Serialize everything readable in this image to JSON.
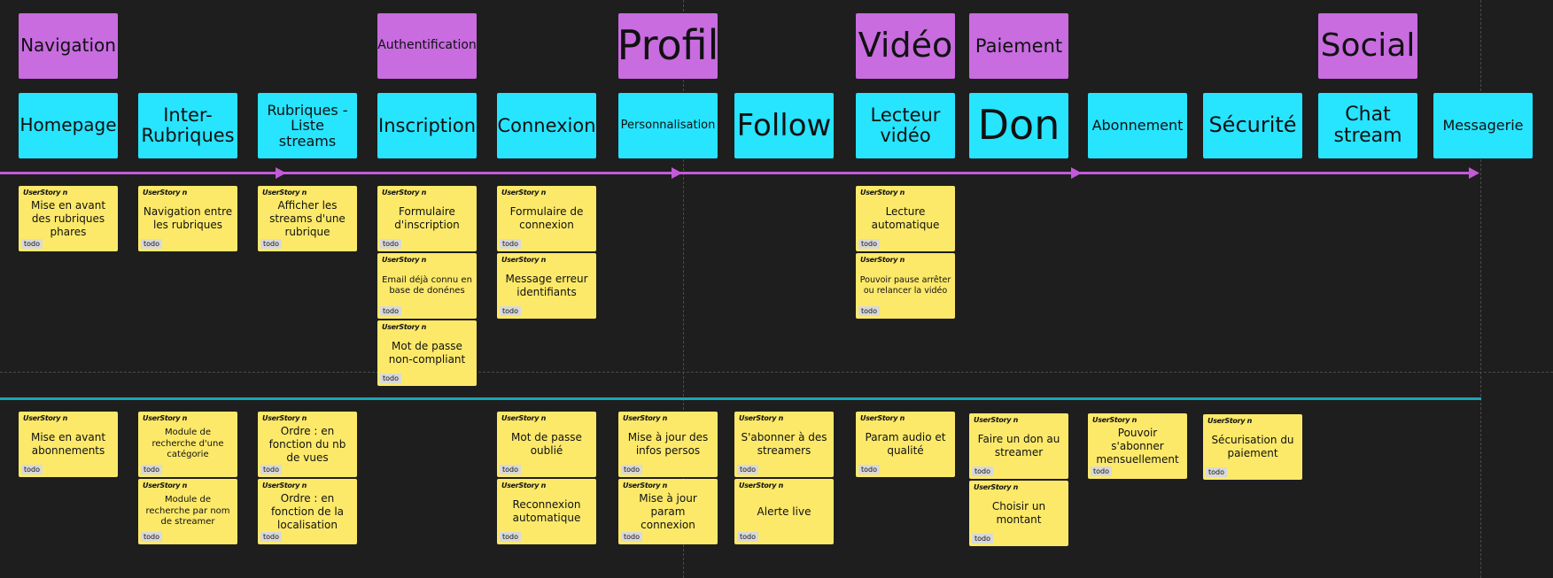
{
  "epics": [
    {
      "label": "Navigation"
    },
    {
      "label": "Authentification"
    },
    {
      "label": "Profil"
    },
    {
      "label": "Vidéo"
    },
    {
      "label": "Paiement"
    },
    {
      "label": "Social"
    }
  ],
  "features": [
    {
      "label": "Homepage"
    },
    {
      "label": "Inter-Rubriques"
    },
    {
      "label": "Rubriques - Liste streams"
    },
    {
      "label": "Inscription"
    },
    {
      "label": "Connexion"
    },
    {
      "label": "Personnalisation"
    },
    {
      "label": "Follow"
    },
    {
      "label": "Lecteur vidéo"
    },
    {
      "label": "Don"
    },
    {
      "label": "Abonnement"
    },
    {
      "label": "Sécurité"
    },
    {
      "label": "Chat stream"
    },
    {
      "label": "Messagerie"
    }
  ],
  "card_tag": "UserStory n",
  "card_status": "todo",
  "stories": [
    {
      "text": "Mise en avant des rubriques phares"
    },
    {
      "text": "Navigation entre les rubriques"
    },
    {
      "text": "Afficher les streams d'une rubrique"
    },
    {
      "text": "Formulaire d'inscription"
    },
    {
      "text": "Email déjà connu en base de donénes"
    },
    {
      "text": "Mot de passe non-compliant"
    },
    {
      "text": "Formulaire de connexion"
    },
    {
      "text": "Message erreur identifiants"
    },
    {
      "text": "Lecture automatique"
    },
    {
      "text": "Pouvoir pause arrêter ou relancer la vidéo"
    },
    {
      "text": "Mise en avant abonnements"
    },
    {
      "text": "Module de recherche d'une catégorie"
    },
    {
      "text": "Module de recherche par nom de streamer"
    },
    {
      "text": "Ordre : en fonction du nb de vues"
    },
    {
      "text": "Ordre : en fonction de la localisation"
    },
    {
      "text": "Mot de passe oublié"
    },
    {
      "text": "Reconnexion automatique"
    },
    {
      "text": "Mise à jour des infos persos"
    },
    {
      "text": "Mise à jour param connexion"
    },
    {
      "text": "S'abonner à des streamers"
    },
    {
      "text": "Alerte live"
    },
    {
      "text": "Param audio et qualité"
    },
    {
      "text": "Faire un don au streamer"
    },
    {
      "text": "Choisir un montant"
    },
    {
      "text": "Pouvoir s'abonner mensuellement"
    },
    {
      "text": "Sécurisation du paiement"
    }
  ],
  "colors": {
    "background": "#1e1e1e",
    "epic": "#c86ce0",
    "feature": "#27e4ff",
    "story": "#fce96a",
    "status_badge": "#d9d9d9",
    "timeline_arrow": "#c25ad8",
    "release_line": "#1aa6b7"
  }
}
